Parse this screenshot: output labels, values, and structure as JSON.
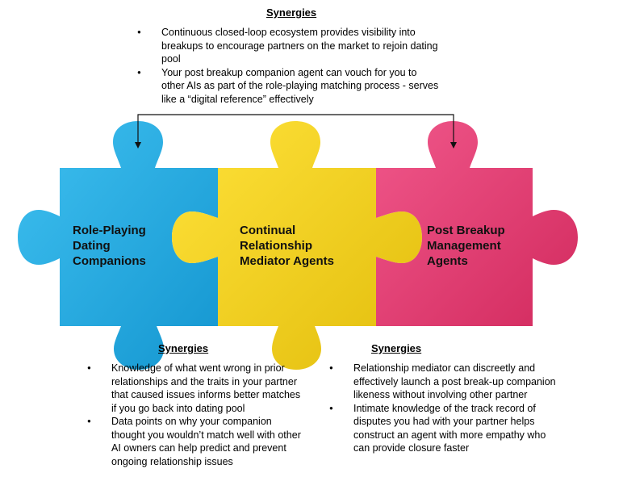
{
  "top": {
    "heading": "Synergies",
    "bullets": [
      "Continuous closed-loop ecosystem provides visibility into breakups to encourage partners on the market to rejoin dating pool",
      "Your post breakup companion agent can vouch for you to other AIs as part of the role-playing matching process - serves like a “digital reference” effectively"
    ]
  },
  "pieces": [
    {
      "lines": [
        "Role-Playing",
        "Dating",
        "Companions"
      ],
      "color": "#1ea8de"
    },
    {
      "lines": [
        "Continual",
        "Relationship",
        "Mediator Agents"
      ],
      "color": "#f1cf16"
    },
    {
      "lines": [
        "Post Breakup",
        "Management",
        "Agents"
      ],
      "color": "#e0356a"
    }
  ],
  "bottom_left": {
    "heading": "Synergies",
    "bullets": [
      "Knowledge of what went wrong in prior relationships and the traits in your partner that caused issues informs better matches if you go back into dating pool",
      "Data points on why your companion thought you wouldn’t match well with other AI owners can help predict and prevent ongoing relationship issues"
    ]
  },
  "bottom_right": {
    "heading": "Synergies",
    "bullets": [
      "Relationship mediator can discreetly and effectively launch a post break-up companion likeness without involving other partner",
      "Intimate knowledge of the track record of disputes you had with your partner helps construct an agent with more empathy who can provide closure faster"
    ]
  }
}
